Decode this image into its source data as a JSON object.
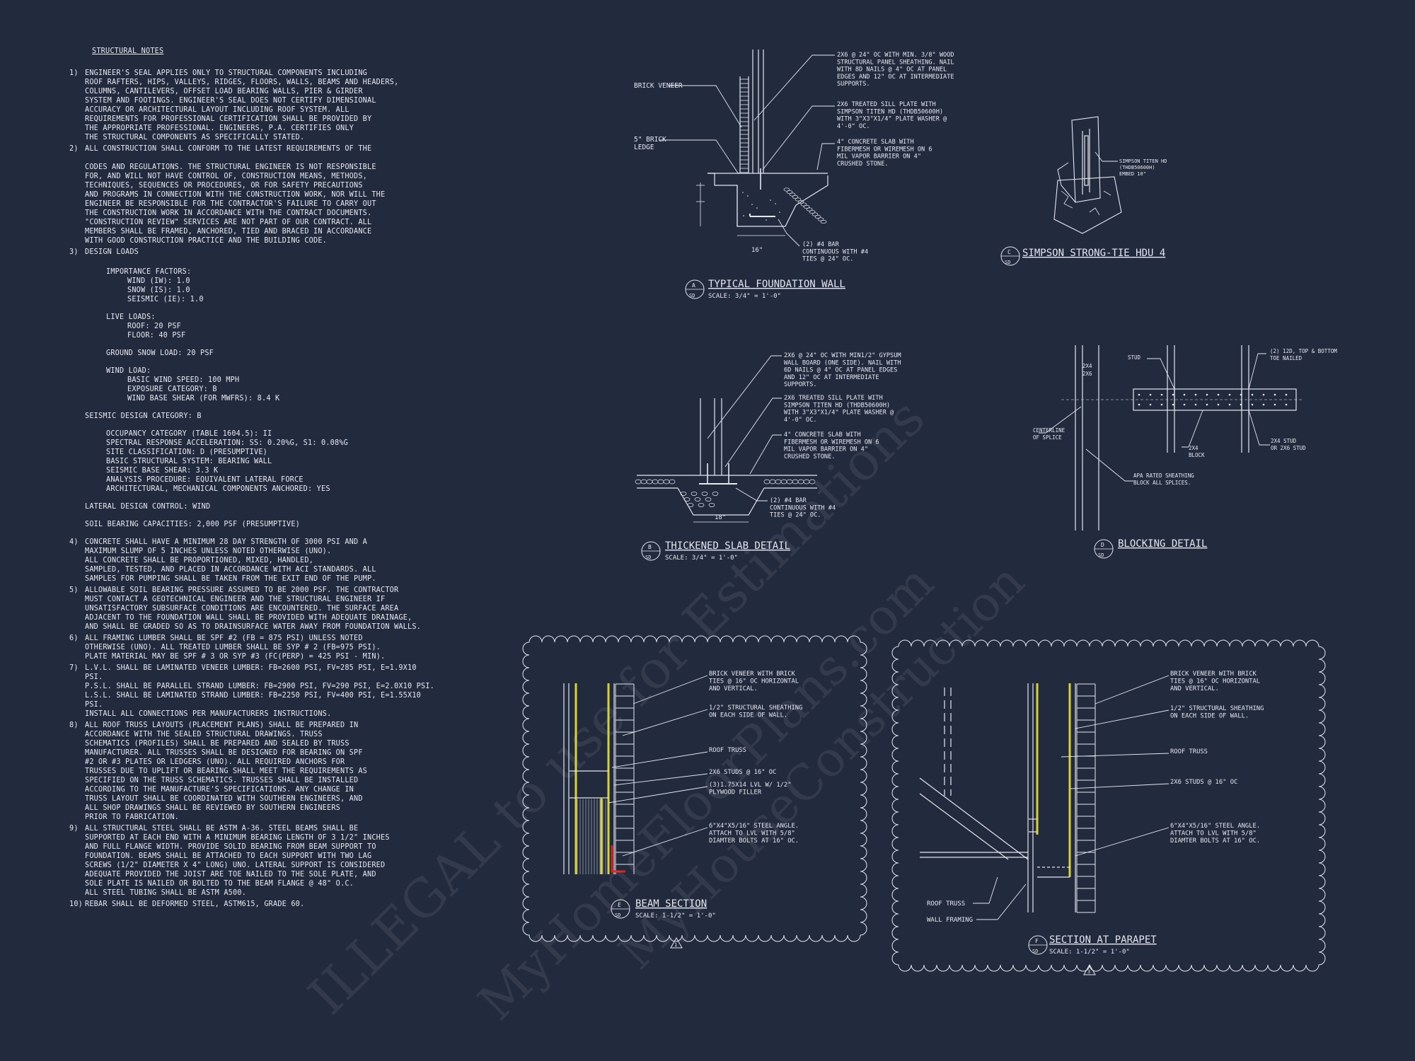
{
  "notes": {
    "title": "STRUCTURAL NOTES",
    "items": [
      {
        "num": "1)",
        "lines": [
          "ENGINEER'S SEAL APPLIES ONLY TO STRUCTURAL COMPONENTS INCLUDING",
          "ROOF RAFTERS, HIPS, VALLEYS, RIDGES, FLOORS, WALLS, BEAMS AND HEADERS,",
          "COLUMNS, CANTILEVERS, OFFSET LOAD BEARING WALLS, PIER & GIRDER",
          "SYSTEM AND FOOTINGS. ENGINEER'S SEAL DOES NOT CERTIFY DIMENSIONAL",
          "ACCURACY OR ARCHITECTURAL LAYOUT INCLUDING ROOF SYSTEM. ALL",
          "REQUIREMENTS FOR PROFESSIONAL CERTIFICATION SHALL BE PROVIDED BY",
          "THE APPROPRIATE PROFESSIONAL. ENGINEERS, P.A. CERTIFIES ONLY",
          "THE STRUCTURAL COMPONENTS AS SPECIFICALLY STATED."
        ]
      },
      {
        "num": "2)",
        "lines": [
          "ALL CONSTRUCTION SHALL CONFORM TO THE LATEST REQUIREMENTS OF THE",
          "",
          "CODES AND REGULATIONS. THE STRUCTURAL ENGINEER IS NOT RESPONSIBLE",
          "FOR, AND WILL NOT HAVE CONTROL OF, CONSTRUCTION MEANS, METHODS,",
          "TECHNIQUES, SEQUENCES OR PROCEDURES, OR FOR SAFETY PRECAUTIONS",
          "AND PROGRAMS IN CONNECTION WITH THE CONSTRUCTION WORK, NOR WILL THE",
          "ENGINEER BE RESPONSIBLE FOR THE CONTRACTOR'S FAILURE TO CARRY OUT",
          "THE CONSTRUCTION WORK IN ACCORDANCE WITH THE CONTRACT DOCUMENTS.",
          "\"CONSTRUCTION REVIEW\" SERVICES ARE NOT PART OF OUR CONTRACT. ALL",
          "MEMBERS SHALL BE FRAMED, ANCHORED, TIED AND BRACED IN ACCORDANCE",
          "WITH GOOD CONSTRUCTION PRACTICE AND THE BUILDING CODE."
        ]
      },
      {
        "num": "3)",
        "lines": [
          "DESIGN LOADS"
        ]
      }
    ],
    "design_loads": {
      "importance_title": "IMPORTANCE FACTORS:",
      "importance": [
        "WIND (Iw):        1.0",
        "SNOW (Is):        1.0",
        "SEISMIC (Ie):     1.0"
      ],
      "live_title": "LIVE LOADS:",
      "live": [
        "ROOF:     20 PSF",
        "FLOOR:    40 PSF"
      ],
      "ground_snow": "GROUND SNOW LOAD: 20 PSF",
      "wind_title": "WIND LOAD:",
      "wind": [
        "BASIC WIND SPEED: 100 MPH",
        "EXPOSURE CATEGORY: B",
        "WIND BASE SHEAR (FOR MWFRS): 8.4 K"
      ],
      "seismic_cat": "SEISMIC DESIGN CATEGORY: B",
      "seismic": [
        "OCCUPANCY CATEGORY (TABLE 1604.5):   II",
        "SPECTRAL RESPONSE ACCELERATION:    Ss: 0.20%g, S1: 0.08%g",
        "SITE CLASSIFICATION:   D    (PRESUMPTIVE)",
        "BASIC STRUCTURAL SYSTEM:        BEARING WALL",
        "SEISMIC BASE SHEAR: 3.3 K",
        "ANALYSIS PROCEDURE: EQUIVALENT LATERAL FORCE",
        "ARCHITECTURAL, MECHANICAL COMPONENTS ANCHORED: YES"
      ],
      "lateral": "LATERAL DESIGN CONTROL: WIND",
      "soil": "SOIL BEARING CAPACITIES:  2,000 PSF (PRESUMPTIVE)"
    },
    "items2": [
      {
        "num": "4)",
        "lines": [
          "CONCRETE SHALL HAVE A MINIMUM 28 DAY STRENGTH OF 3000 PSI AND A",
          "MAXIMUM SLUMP OF 5 INCHES UNLESS NOTED OTHERWISE (UNO).",
          "ALL CONCRETE SHALL BE PROPORTIONED, MIXED, HANDLED,",
          "SAMPLED, TESTED, AND PLACED IN ACCORDANCE WITH ACI STANDARDS. ALL",
          "SAMPLES FOR PUMPING SHALL BE TAKEN FROM THE EXIT END OF THE PUMP."
        ]
      },
      {
        "num": "5)",
        "lines": [
          "ALLOWABLE SOIL BEARING PRESSURE ASSUMED TO BE 2000 PSF. THE CONTRACTOR",
          "MUST CONTACT A GEOTECHNICAL ENGINEER AND THE STRUCTURAL ENGINEER IF",
          "UNSATISFACTORY SUBSURFACE CONDITIONS ARE ENCOUNTERED. THE SURFACE AREA",
          "ADJACENT TO THE FOUNDATION WALL SHALL BE PROVIDED WITH ADEQUATE DRAINAGE,",
          "AND SHALL BE GRADED SO AS TO DRAINSURFACE WATER AWAY FROM FOUNDATION WALLS."
        ]
      },
      {
        "num": "6)",
        "lines": [
          "ALL FRAMING LUMBER SHALL BE SPF #2 (Fb = 875 PSI) UNLESS NOTED",
          "OTHERWISE (UNO). ALL TREATED LUMBER SHALL BE SYP # 2 (Fb=975 PSI).",
          "PLATE MATERIAL MAY BE SPF # 3 OR SYP #3 (Fc(perp) = 425 PSI - MIN)."
        ]
      },
      {
        "num": "7)",
        "lines": [
          "L.V.L.  SHALL BE LAMINATED VENEER LUMBER: Fb=2600 PSI, Fv=285 PSI, E=1.9x10 PSI.",
          "P.S.L.  SHALL BE PARALLEL STRAND LUMBER: Fb=2900 PSI, Fv=290 PSI, E=2.0x10 PSI.",
          "L.S.L.  SHALL BE LAMINATED STRAND LUMBER: Fb=2250 PSI, Fv=400 PSI, E=1.55x10 PSI.",
          "INSTALL ALL CONNECTIONS PER MANUFACTURERS INSTRUCTIONS."
        ]
      },
      {
        "num": "8)",
        "lines": [
          "ALL ROOF TRUSS LAYOUTS (PLACEMENT PLANS) SHALL BE PREPARED IN",
          "ACCORDANCE WITH THE SEALED STRUCTURAL DRAWINGS. TRUSS",
          "SCHEMATICS (PROFILES) SHALL BE PREPARED AND SEALED BY TRUSS",
          "MANUFACTURER. ALL TRUSSES SHALL BE DESIGNED FOR BEARING ON SPF",
          "#2 OR #3 PLATES OR LEDGERS (UNO). ALL REQUIRED ANCHORS FOR",
          "TRUSSES DUE TO UPLIFT OR BEARING SHALL MEET THE REQUIREMENTS AS",
          "SPECIFIED ON THE TRUSS SCHEMATICS. TRUSSES SHALL BE INSTALLED",
          "ACCORDING TO THE MANUFACTURE'S SPECIFICATIONS. ANY CHANGE IN",
          "TRUSS LAYOUT SHALL BE COORDINATED WITH SOUTHERN ENGINEERS, AND",
          "ALL SHOP DRAWINGS SHALL BE REVIEWED BY SOUTHERN ENGINEERS",
          "PRIOR TO FABRICATION."
        ]
      },
      {
        "num": "9)",
        "lines": [
          "ALL STRUCTURAL STEEL SHALL BE ASTM A-36. STEEL BEAMS SHALL BE",
          "SUPPORTED AT EACH END WITH A MINIMUM BEARING LENGTH OF 3 1/2\" INCHES",
          "AND FULL FLANGE WIDTH. PROVIDE SOLID BEARING FROM BEAM SUPPORT TO",
          "FOUNDATION. BEAMS SHALL BE ATTACHED TO EACH SUPPORT WITH TWO LAG",
          "SCREWS (1/2\" DIAMETER x 4\" LONG) UNO. LATERAL SUPPORT IS CONSIDERED",
          "ADEQUATE PROVIDED THE JOIST ARE TOE NAILED TO THE SOLE PLATE, AND",
          "SOLE PLATE IS NAILED OR BOLTED TO THE BEAM FLANGE @ 48\" O.C.",
          "ALL STEEL TUBING SHALL BE ASTM A500."
        ]
      },
      {
        "num": "10)",
        "lines": [
          "REBAR SHALL BE DEFORMED STEEL, ASTM615, GRADE 60."
        ]
      }
    ]
  },
  "details": {
    "a": {
      "letter": "A",
      "sheet": "SD",
      "title": "TYPICAL FOUNDATION WALL",
      "scale": "SCALE: 3/4\" = 1'-0\"",
      "labels": [
        "BRICK VENEER",
        "5\" BRICK",
        "LEDGE",
        "16\""
      ],
      "notes": [
        [
          "2x6 @ 24\" OC WITH MIN. 3/8\" WOOD",
          "STRUCTURAL PANEL SHEATHING. NAIL",
          "WITH 8d NAILS @ 4\" OC AT PANEL",
          "EDGES AND 12\" OC AT INTERMEDIATE",
          "SUPPORTS."
        ],
        [
          "2x6 TREATED SILL PLATE WITH",
          "SIMPSON TITEN HD (THDB50600H)",
          "WITH 3\"x3\"x1/4\" PLATE WASHER @",
          "4'-0\" OC."
        ],
        [
          "4\" CONCRETE SLAB WITH",
          "FIBERMESH OR WIREMESH ON 6",
          "MIL VAPOR BARRIER ON 4\"",
          "CRUSHED STONE."
        ],
        [
          "(2) #4 BAR",
          "CONTINUOUS WITH #4",
          "TIES @ 24\" OC."
        ]
      ]
    },
    "b": {
      "letter": "B",
      "sheet": "SD",
      "title": "THICKENED SLAB DETAIL",
      "scale": "SCALE: 3/4\" = 1'-0\"",
      "labels": [
        "18\""
      ],
      "notes": [
        [
          "2x6 @ 24\" OC WITH MIN1/2\" GYPSUM",
          "WALL BOARD (ONE SIDE). NAIL WITH",
          "6d NAILS @ 4\" OC AT PANEL EDGES",
          "AND 12\" OC AT INTERMEDIATE",
          "SUPPORTS."
        ],
        [
          "2x6 TREATED SILL PLATE WITH",
          "SIMPSON TITEN HD (THDB50600H)",
          "WITH 3\"x3\"x1/4\" PLATE WASHER @",
          "4'-0\" OC."
        ],
        [
          "4\" CONCRETE SLAB WITH",
          "FIBERMESH OR WIREMESH ON 6",
          "MIL VAPOR BARRIER ON 4\"",
          "CRUSHED STONE."
        ],
        [
          "(2) #4 BAR",
          "CONTINUOUS WITH #4",
          "TIES @ 24\" OC."
        ]
      ]
    },
    "c": {
      "letter": "C",
      "sheet": "SD",
      "title": "SIMPSON STRONG-TIE HDU 4",
      "notes": [
        [
          "SIMPSON TITEN HD",
          "(THDB50600H)",
          "EMBED 10\""
        ]
      ]
    },
    "d": {
      "letter": "D",
      "sheet": "SD",
      "title": "BLOCKING DETAIL",
      "labels": [
        "STUD",
        "2x4",
        "2x6",
        "(2) 12d, TOP & BOTTOM",
        "TOE NAILED",
        "CENTERLINE",
        "OF SPLICE",
        "2x4",
        "BLOCK",
        "2x4 STUD",
        "OR 2x6 STUD",
        "APA RATED SHEATHING",
        "BLOCK ALL SPLICES."
      ]
    },
    "e": {
      "letter": "E",
      "sheet": "SD",
      "title": "BEAM SECTION",
      "scale": "SCALE: 1-1/2\" = 1'-0\"",
      "rev": "1",
      "notes": [
        [
          "BRICK VENEER WITH BRICK",
          "TIES @ 16\" OC HORIZONTAL",
          "AND VERTICAL."
        ],
        [
          "1/2\" STRUCTURAL SHEATHING",
          "ON EACH SIDE OF WALL."
        ],
        [
          "ROOF TRUSS"
        ],
        [
          "2X6 STUDS @ 16\" OC"
        ],
        [
          "(3)1.75x14 LVL W/ 1/2\"",
          "PLYWOOD FILLER"
        ],
        [
          "6\"x4\"x5/16\" STEEL ANGLE.",
          "ATTACH TO LVL WITH 5/8\"",
          "DIAMTER BOLTS AT 16\" OC."
        ]
      ]
    },
    "f": {
      "letter": "F",
      "sheet": "SD",
      "title": "SECTION AT PARAPET",
      "scale": "SCALE: 1-1/2\" = 1'-0\"",
      "rev": "3",
      "notes": [
        [
          "BRICK VENEER WITH BRICK",
          "TIES @ 16\" OC HORIZONTAL",
          "AND VERTICAL."
        ],
        [
          "1/2\" STRUCTURAL SHEATHING",
          "ON EACH SIDE OF WALL."
        ],
        [
          "ROOF TRUSS"
        ],
        [
          "2X6 STUDS @ 16\" OC"
        ],
        [
          "6\"x4\"x5/16\" STEEL ANGLE.",
          "ATTACH TO LVL WITH 5/8\"",
          "DIAMTER BOLTS AT 16\" OC."
        ]
      ],
      "labels": [
        "ROOF TRUSS",
        "WALL FRAMING"
      ]
    }
  },
  "watermark": [
    "ILLEGAL to use for Estimations",
    "MyHomeFloorPlans.com",
    "MyHouseConstruction"
  ],
  "colors": {
    "background": "#222a3d",
    "line": "#e6e8ee",
    "insulation": "#d9d23a",
    "steel": "#e02020"
  }
}
